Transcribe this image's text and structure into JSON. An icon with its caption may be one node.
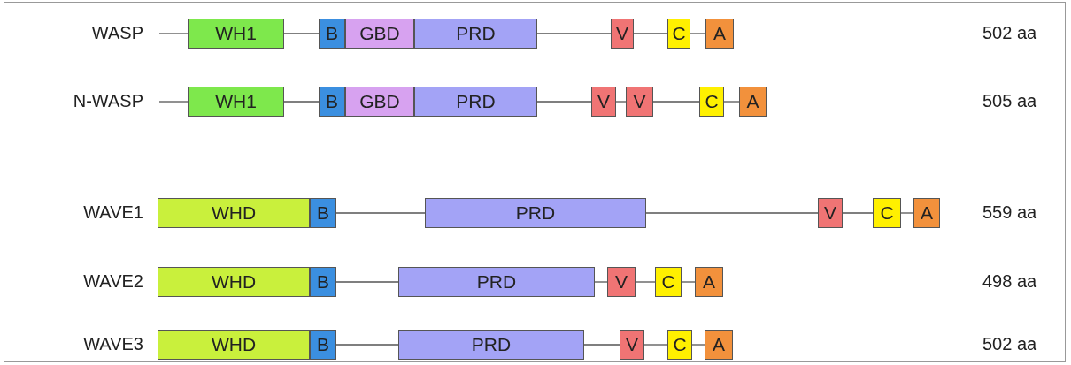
{
  "diagram": {
    "nodes": [
      {
        "text": [
          "WH1"
        ]
      },
      {
        "text": [
          "B"
        ]
      },
      {
        "text": [
          "GBD"
        ]
      },
      {
        "text": [
          "PRD"
        ]
      },
      {
        "text": [
          "V"
        ]
      },
      {
        "text": [
          "C"
        ]
      },
      {
        "text": [
          "A"
        ]
      },
      {
        "text": [
          "WH1"
        ]
      },
      {
        "text": [
          "B"
        ]
      },
      {
        "text": [
          "GBD"
        ]
      },
      {
        "text": [
          "PRD"
        ]
      },
      {
        "text": [
          "V"
        ]
      },
      {
        "text": [
          "V"
        ]
      },
      {
        "text": [
          "C"
        ]
      },
      {
        "text": [
          "A"
        ]
      },
      {
        "text": [
          "WHD"
        ]
      },
      {
        "text": [
          "B"
        ]
      },
      {
        "text": [
          "PRD"
        ]
      },
      {
        "text": [
          "V"
        ]
      },
      {
        "text": [
          "C"
        ]
      },
      {
        "text": [
          "A"
        ]
      },
      {
        "text": [
          "WHD"
        ]
      },
      {
        "text": [
          "B"
        ]
      },
      {
        "text": [
          "PRD"
        ]
      },
      {
        "text": [
          "V"
        ]
      },
      {
        "text": [
          "C"
        ]
      },
      {
        "text": [
          "A"
        ]
      },
      {
        "text": [
          "WHD"
        ]
      },
      {
        "text": [
          "B"
        ]
      },
      {
        "text": [
          "PRD"
        ]
      },
      {
        "text": [
          "V"
        ]
      },
      {
        "text": [
          "C"
        ]
      },
      {
        "text": [
          "A"
        ]
      }
    ],
    "edges": [
      {
        "from": null,
        "to": 0,
        "arrow": "none"
      },
      {
        "from": 0,
        "to": 1,
        "arrow": "none"
      },
      {
        "from": 3,
        "to": 4,
        "arrow": "none"
      },
      {
        "from": 4,
        "to": 5,
        "arrow": "none"
      },
      {
        "from": 5,
        "to": 6,
        "arrow": "none"
      },
      {
        "from": null,
        "to": 7,
        "arrow": "none"
      },
      {
        "from": 7,
        "to": 8,
        "arrow": "none"
      },
      {
        "from": 10,
        "to": 11,
        "arrow": "none"
      },
      {
        "from": 11,
        "to": 12,
        "arrow": "none"
      },
      {
        "from": 12,
        "to": 13,
        "arrow": "none"
      },
      {
        "from": 13,
        "to": 14,
        "arrow": "none"
      },
      {
        "from": 16,
        "to": 17,
        "arrow": "none"
      },
      {
        "from": 17,
        "to": 18,
        "arrow": "none"
      },
      {
        "from": 18,
        "to": 19,
        "arrow": "none"
      },
      {
        "from": 19,
        "to": 20,
        "arrow": "none"
      },
      {
        "from": 22,
        "to": 23,
        "arrow": "none"
      },
      {
        "from": 23,
        "to": 24,
        "arrow": "none"
      },
      {
        "from": 24,
        "to": 25,
        "arrow": "none"
      },
      {
        "from": 25,
        "to": 26,
        "arrow": "none"
      },
      {
        "from": 28,
        "to": 29,
        "arrow": "none"
      },
      {
        "from": 29,
        "to": 30,
        "arrow": "none"
      },
      {
        "from": 30,
        "to": 31,
        "arrow": "none"
      },
      {
        "from": 31,
        "to": 32,
        "arrow": "none"
      }
    ],
    "labels": [
      "WASP",
      "502 aa",
      "N-WASP",
      "505 aa",
      "WAVE1",
      "559 aa",
      "WAVE2",
      "498 aa",
      "WAVE3",
      "502 aa"
    ]
  }
}
